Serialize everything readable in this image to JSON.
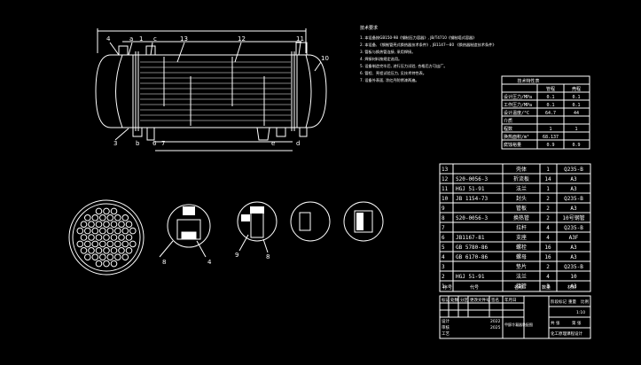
{
  "balloons": [
    "4",
    "a",
    "1",
    "c",
    "13",
    "12",
    "11",
    "10",
    "3",
    "b",
    "6",
    "7",
    "e",
    "d"
  ],
  "notes": {
    "title": "技术要求",
    "lines": [
      "1. 本设备按GB150-98《钢制压力容器》, JB/T4710《钢制塔式容器》",
      "2. 本设备, 《钢制管壳式换热器技术条件》, JB1147—80 《换热器制造技术条件》",
      "3. 管板与换热管连接, 采用焊接。",
      "4. 焊接材料按规定选用。",
      "5. 设备制造完毕后, 进行压力试验, 合格后方可出厂。",
      "6. 管程、壳程试验压力, 见技术特性表。",
      "7. 设备外表面, 涂红丹防锈漆两遍。"
    ]
  },
  "spec": {
    "title": "技术特性表",
    "header": [
      "",
      "管程",
      "壳程"
    ],
    "rows": [
      [
        "设计压力/MPa",
        "0.1",
        "0.1"
      ],
      [
        "工作压力/MPa",
        "0.1",
        "0.1"
      ],
      [
        "设计温度/°C",
        "64.7",
        "44"
      ],
      [
        "介质",
        "",
        ""
      ],
      [
        "程数",
        "1",
        "1"
      ],
      [
        "换热面积/m²",
        "68.137",
        ""
      ],
      [
        "腐蚀裕量",
        "0.9",
        "0.9"
      ]
    ]
  },
  "bom": {
    "rows": [
      [
        "13",
        "",
        "壳体",
        "1",
        "Q235-B"
      ],
      [
        "12",
        "S20-0056-3",
        "折流板",
        "14",
        "A3"
      ],
      [
        "11",
        "HGJ 51-91",
        "法兰",
        "1",
        "A3"
      ],
      [
        "10",
        "JB 1154-73",
        "封头",
        "2",
        "Q235-B"
      ],
      [
        "9",
        "",
        "管板",
        "2",
        "A3"
      ],
      [
        "8",
        "S20-0056-3",
        "换热管",
        "2",
        "10号钢管"
      ],
      [
        "7",
        "",
        "拉杆",
        "4",
        "Q235-B"
      ],
      [
        "6",
        "JB1167-81",
        "支座",
        "4",
        "A3F"
      ],
      [
        "5",
        "GB 5780-86",
        "螺栓",
        "16",
        "A3"
      ],
      [
        "4",
        "GB 6170-86",
        "螺母",
        "16",
        "A3"
      ],
      [
        "3",
        "",
        "垫片",
        "2",
        "Q235-B"
      ],
      [
        "2",
        "HGJ 51-91",
        "法兰",
        "4",
        "10"
      ],
      [
        "1",
        "",
        "接管",
        "3",
        "A3"
      ]
    ],
    "footer": [
      "序号",
      "代号",
      "名称",
      "数量",
      "材料"
    ]
  },
  "titleblock": {
    "left": [
      "标记",
      "处数",
      "分区",
      "更改文件号",
      "签名",
      "年月日"
    ],
    "roles": [
      "设计",
      "审核",
      "工艺"
    ],
    "codes": [
      "2022",
      "2025"
    ],
    "middle": "甲醇冷凝器装配图",
    "right_top": [
      "阶段标记",
      "重量",
      "比例"
    ],
    "right_mid": [
      "1:10"
    ],
    "right_bottom": [
      "共 张",
      "第 张"
    ],
    "school": "化工原理课程设计"
  },
  "detail_labels": [
    "8",
    "4",
    "9",
    "8"
  ]
}
